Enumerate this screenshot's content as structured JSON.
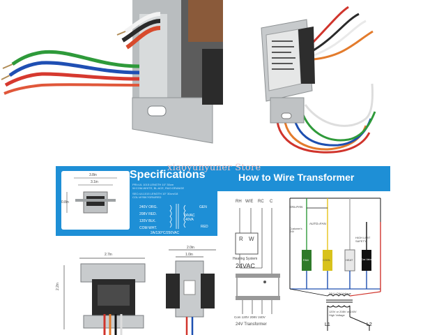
{
  "watermark": "xiaoyunyuner Store",
  "banner": {
    "spec_title": "Specifications",
    "wire_title": "How to Wire Transformer"
  },
  "spec_panel": {
    "dim_top_outer": "3.8in",
    "dim_top_inner": "3.1in",
    "dim_side": "0.8in",
    "lines": [
      "PRI=UL 1015 LENGTH 10\" 30cm",
      "W:COM-WHITE, BL:ACE, R&O:ORANGE",
      "SEC=UL1015 LENGTH 10\" 30cm/18",
      "COL:W?BK?GRN/RED"
    ],
    "primary_taps": [
      "240V ORG.",
      "208V RED.",
      "120V BLK.",
      "COM WHT."
    ],
    "secondary": {
      "gen": "GEN",
      "voltage": "24VAC",
      "va": "40VA",
      "red": "RED"
    },
    "footer": "2A/130°C/250VAC"
  },
  "front_drawing": {
    "dim_width": "2.7in",
    "dim_height": "2.2in"
  },
  "side_drawing": {
    "dim_outer": "2.0in",
    "dim_inner": "1.0in"
  },
  "wiring_simple": {
    "terminals": [
      "RH",
      "W/E",
      "RC",
      "C"
    ],
    "box_labels": [
      "R",
      "W"
    ],
    "system_label": "Heating System",
    "voltage": "24VAC",
    "primary_labels": "Com 120V 208V 240V",
    "caption": "24V Transformer"
  },
  "wiring_complex": {
    "labels": {
      "on_fan": "ON=FAN",
      "auto_fan": "AUTO=FAN",
      "thermostat": "Customer's 24V",
      "high_limit": "HIGH LIMIT\nSAFETY",
      "fan": "FAN",
      "cool": "COOL",
      "heat": "HEAT",
      "gas_valve": "Gas Valve",
      "low_voltage": "24V LOW Voltage",
      "high_voltage": "120V or 208V or 240V\nHigh Voltage",
      "l1": "L1",
      "l2": "L2"
    },
    "colors": {
      "fan": "#2f7a2a",
      "cool": "#d8c21c",
      "heat": "#e8e8e8",
      "gas_valve": "#111111",
      "wire_red": "#d0342c",
      "wire_blue": "#1d4fb0",
      "wire_green": "#2f9a3a",
      "wire_yellow": "#e6c319",
      "wire_black": "#111111"
    }
  },
  "colors": {
    "banner_blue": "#1e8fd6",
    "watermark": "#f1c6c6"
  }
}
